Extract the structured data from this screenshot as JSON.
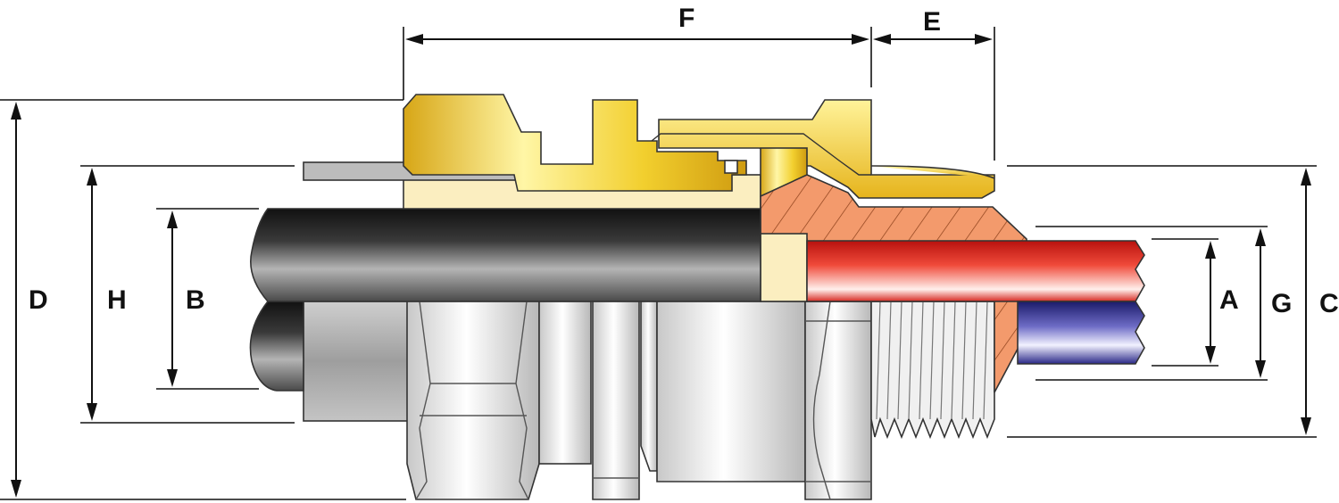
{
  "diagram": {
    "labels": {
      "A": "A",
      "B": "B",
      "C": "C",
      "D": "D",
      "E": "E",
      "F": "F",
      "G": "G",
      "H": "H"
    },
    "colors": {
      "brass": "#f2cf2e",
      "brass_light": "#fff39a",
      "seal": "#f39a6c",
      "filler": "#fbeec0",
      "outer_sheath": "#2b2b2b",
      "armour": "#bdbdbd",
      "body_steel": "#d9d9d9",
      "core_red": "#e42c24",
      "core_blue": "#2e2c8c",
      "dimension_line": "#111111"
    }
  }
}
